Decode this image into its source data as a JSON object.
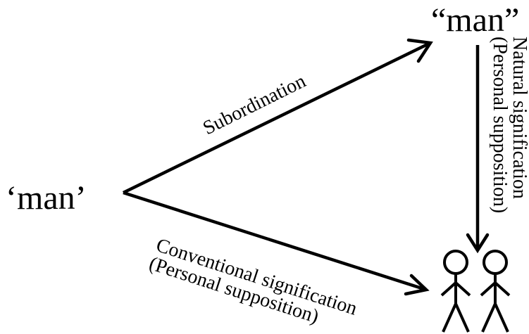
{
  "nodes": {
    "spoken_word": "‘man’",
    "mental_word": "“man”"
  },
  "edges": {
    "subordination": "Subordination",
    "conventional": {
      "line1": "Conventional signification",
      "line2": "(Personal supposition)"
    },
    "natural": {
      "line1": "Natural signification",
      "line2": "(Personal supposition)"
    }
  },
  "icons": {
    "referents": "two-stick-figures-icon"
  }
}
